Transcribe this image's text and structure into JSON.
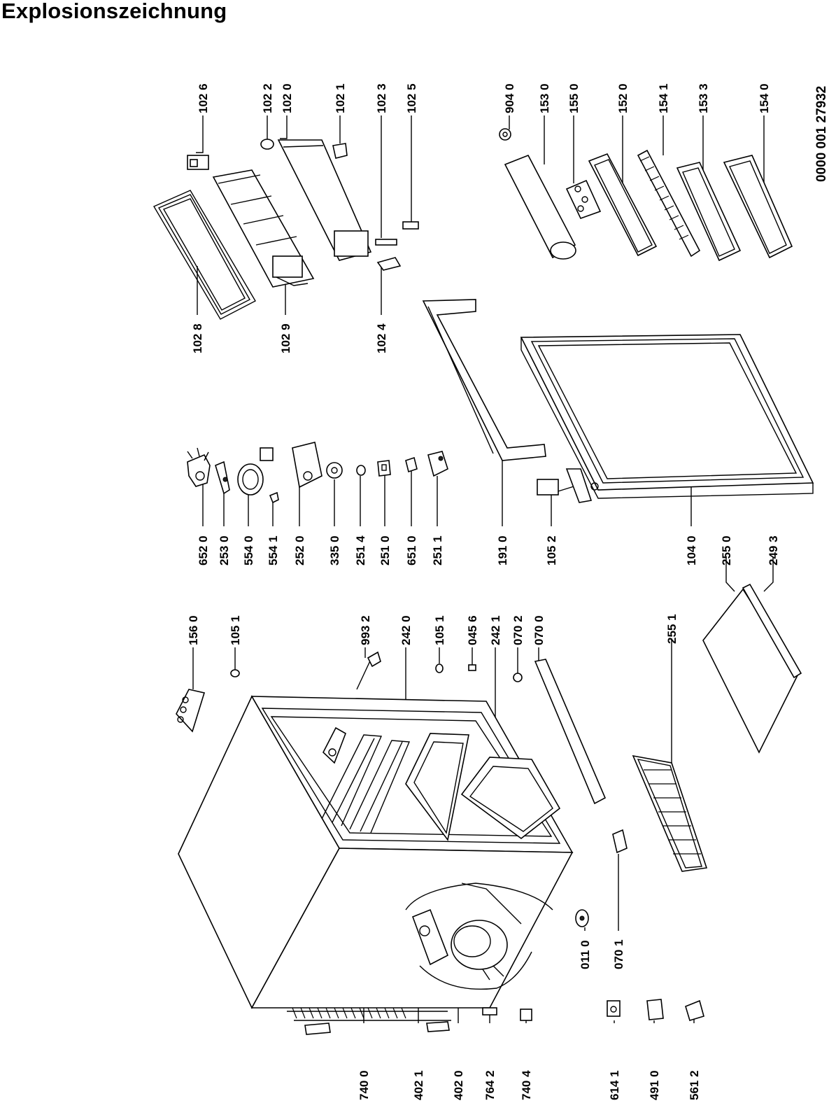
{
  "title": "Explosionszeichnung",
  "drawing_number": "0000 001 27932",
  "parts": {
    "p1026": "102 6",
    "p1022": "102 2",
    "p1020": "102 0",
    "p1021": "102 1",
    "p1023": "102 3",
    "p1025": "102 5",
    "p1028": "102 8",
    "p1029": "102 9",
    "p1024": "102 4",
    "p9040": "904 0",
    "p1530": "153 0",
    "p1550": "155 0",
    "p1520": "152 0",
    "p1541": "154 1",
    "p1533": "153 3",
    "p1540": "154 0",
    "p1560": "156 0",
    "p1051a": "105 1",
    "p9932": "993 2",
    "p2420": "242 0",
    "p1051b": "105 1",
    "p0456": "045 6",
    "p2421": "242 1",
    "p0702": "070 2",
    "p0700": "070 0",
    "p6520": "652 0",
    "p2530": "253 0",
    "p5540": "554 0",
    "p5541": "554 1",
    "p2520": "252 0",
    "p3350": "335 0",
    "p2514": "251 4",
    "p2510": "251 0",
    "p6510": "651 0",
    "p2511": "251 1",
    "p1910": "191 0",
    "p1052": "105 2",
    "p1040": "104 0",
    "p2550": "255 0",
    "p2493": "249 3",
    "p2551": "255 1",
    "p0110": "011 0",
    "p0701": "070 1",
    "p7400": "740 0",
    "p4021": "402 1",
    "p4020": "402 0",
    "p7642": "764 2",
    "p7404": "740 4",
    "p6141": "614 1",
    "p4910": "491 0",
    "p5612": "561 2"
  }
}
